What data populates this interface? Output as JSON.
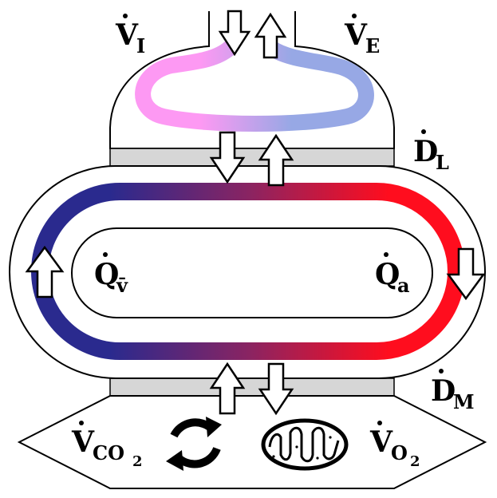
{
  "labels": {
    "v_inspired": {
      "main": "V",
      "sub": "I"
    },
    "v_expired": {
      "main": "V",
      "sub": "E"
    },
    "d_lung": {
      "main": "D",
      "sub": "L"
    },
    "q_venous": {
      "main": "Q",
      "sub": "v̄"
    },
    "q_arterial": {
      "main": "Q",
      "sub": "a"
    },
    "d_muscle": {
      "main": "D",
      "sub": "M"
    },
    "v_co2": {
      "main": "V",
      "sub": "CO",
      "subsub": "2"
    },
    "v_o2": {
      "main": "V",
      "sub": "O",
      "subsub": "2"
    }
  },
  "colors": {
    "ventilation_in": "#fd99f3",
    "ventilation_out": "#97a8e5",
    "venous_blood": "#2a2a8e",
    "mid_blood": "#8a2462",
    "arterial_blood": "#ff0d1e",
    "membrane": "#d6d6d6",
    "outline": "#000000"
  },
  "icons": {
    "cycle": "cycle-arrows-icon",
    "mitochondrion": "mitochondrion-icon"
  }
}
